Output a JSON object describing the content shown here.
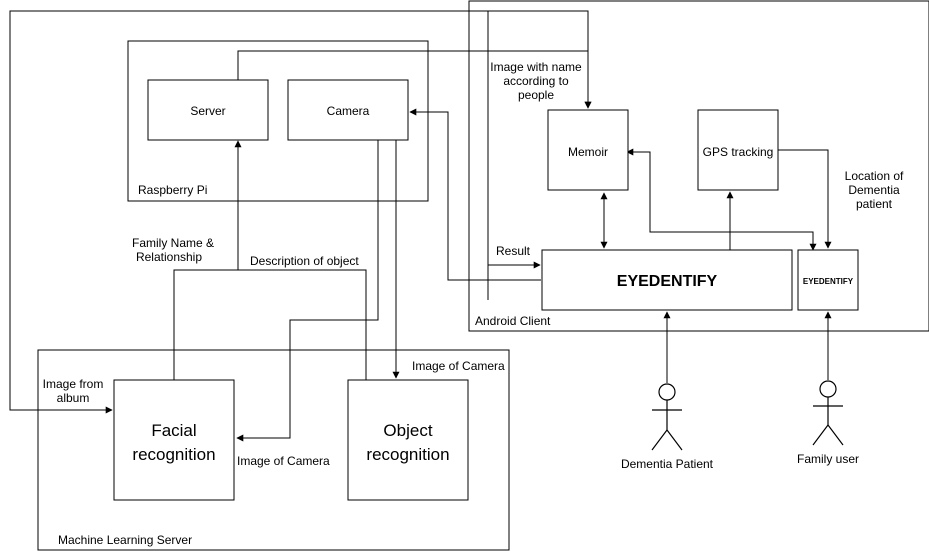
{
  "groups": {
    "raspberry_pi": "Raspberry Pi",
    "android_client": "Android Client",
    "ml_server": "Machine Learning Server"
  },
  "nodes": {
    "server": "Server",
    "camera": "Camera",
    "memoir": "Memoir",
    "gps": "GPS tracking",
    "eyedentify": "EYEDENTIFY",
    "eyedentify_small": "EYEDENTIFY",
    "facial_line1": "Facial",
    "facial_line2": "recognition",
    "object_line1": "Object",
    "object_line2": "recognition"
  },
  "actors": {
    "dementia_patient": "Dementia Patient",
    "family_user": "Family user"
  },
  "edge_labels": {
    "image_with_name_1": "Image with name",
    "image_with_name_2": "according to",
    "image_with_name_3": "people",
    "location_1": "Location of",
    "location_2": "Dementia",
    "location_3": "patient",
    "result": "Result",
    "family_name_1": "Family Name &",
    "family_name_2": "Relationship",
    "description_of_object": "Description of object",
    "image_from_album_1": "Image from",
    "image_from_album_2": "album",
    "image_of_camera_top": "Image of Camera",
    "image_of_camera_bottom": "Image of Camera"
  }
}
